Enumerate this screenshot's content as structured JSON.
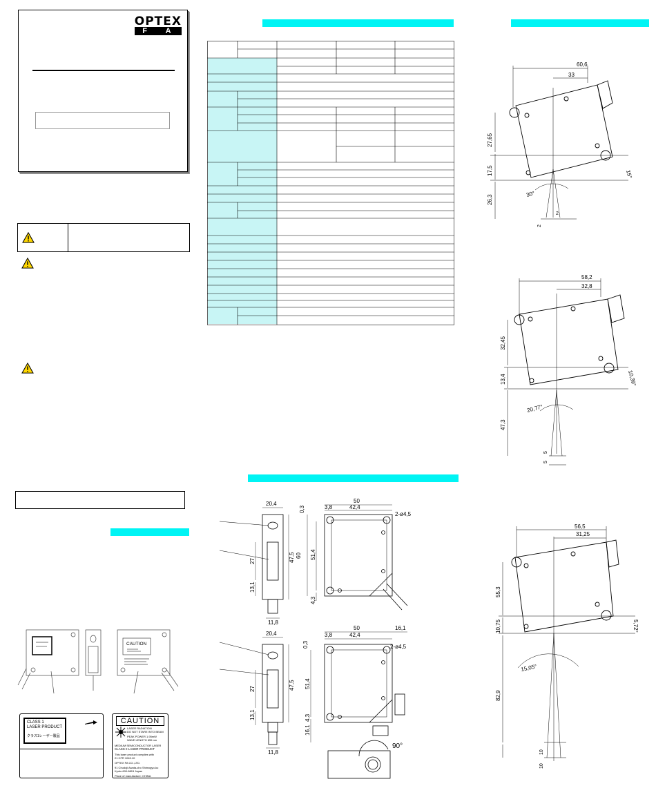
{
  "logo": {
    "brand": "OPTEX",
    "sub": "F A"
  },
  "labels": {
    "class1_title": "CLASS 1",
    "class1_sub": "LASER PRODUCT",
    "class1_jp": "クラス1レーザー製品",
    "caution_title": "CAUTION",
    "caution_line1": "LASER RADIATION",
    "caution_line2": "DO NOT STARE INTO BEAM",
    "caution_spec1": "PEAK POWER    1.95mW",
    "caution_spec2": "WAVE LENGTH    655 nm",
    "caution_spec3": "MEDIUM  SEMICONDUCTOR LASER",
    "caution_class": "CLASS   II LASER PRODUCT",
    "caution_comply1": "This laser product complies with",
    "caution_comply2": "21 CFR 1040.10",
    "caution_company": "OPTEX FA CO.,LTD.",
    "caution_addr1": "91 Chudoji Awata-cho Shimogyo-ku",
    "caution_addr2": "Kyoto 600-8815 Japan",
    "caution_place": "Place of manufacture:   CHINA",
    "small_caution": "CAUTION"
  },
  "drawings": {
    "d1": {
      "w1": "60,6",
      "w2": "33",
      "h1": "27,65",
      "h2": "17,5",
      "h3": "26,3",
      "ang": "30°",
      "tilt": "15°",
      "s1": "2",
      "s2": "2"
    },
    "d2": {
      "w1": "58,2",
      "w2": "32,8",
      "h1": "32,45",
      "h2": "13,4",
      "h3": "47,3",
      "ang": "20,77°",
      "tilt": "10,39°",
      "s1": "5",
      "s2": "5"
    },
    "d3": {
      "w1": "56,5",
      "w2": "31,25",
      "h1": "55,3",
      "h2": "10,75",
      "h3": "82,9",
      "ang": "15,05°",
      "tilt": "5,72°",
      "s1": "10",
      "s2": "10"
    },
    "front": {
      "w": "20,4",
      "h1": "47,5",
      "h2": "27",
      "h3": "13,1",
      "base": "11,8",
      "top": "0,3"
    },
    "side": {
      "w": "50",
      "a": "3,8",
      "b": "42,4",
      "holes": "2-ø4,5",
      "h1": "60",
      "h2": "51,4",
      "h3": "4,3"
    },
    "front2": {
      "w": "20,4",
      "h1": "47,5",
      "h2": "27",
      "h3": "13,1",
      "h4": "16,1",
      "base": "11,8"
    },
    "side2": {
      "w": "50",
      "a": "3,8",
      "b": "42,4",
      "c": "16,1",
      "holes": "2-ø4,5",
      "h1": "51,4",
      "h2": "4,3",
      "h3": "16,1",
      "top": "0,3"
    },
    "rotate": "90°"
  }
}
